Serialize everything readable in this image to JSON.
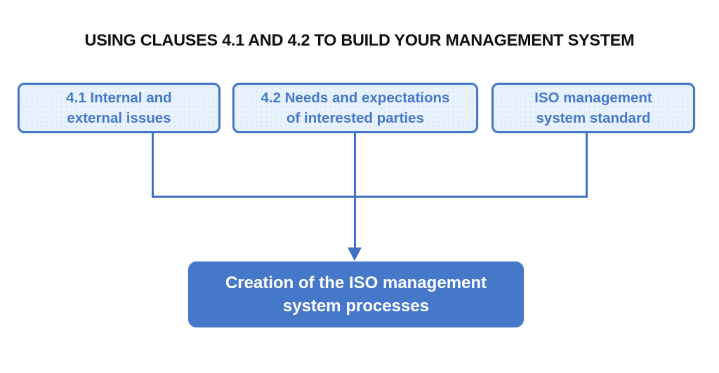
{
  "title": "USING CLAUSES 4.1 AND 4.2 TO BUILD YOUR MANAGEMENT SYSTEM",
  "boxes": [
    {
      "id": "clause-4-1",
      "lines": [
        "4.1 Internal and",
        "external issues"
      ]
    },
    {
      "id": "clause-4-2",
      "lines": [
        "4.2 Needs and expectations",
        "of interested parties"
      ]
    },
    {
      "id": "iso-standard",
      "lines": [
        "ISO management",
        "system standard"
      ]
    }
  ],
  "result_box": {
    "lines": [
      "Creation of the ISO management",
      "system processes"
    ]
  },
  "colors": {
    "accent_blue": "#4678c9",
    "box_fill_light": "#e8f2fd",
    "box_text_blue": "#4678c9",
    "result_fill": "#4678c9",
    "result_text": "#ffffff",
    "title_text": "#101010",
    "connector": "#4171c2"
  }
}
